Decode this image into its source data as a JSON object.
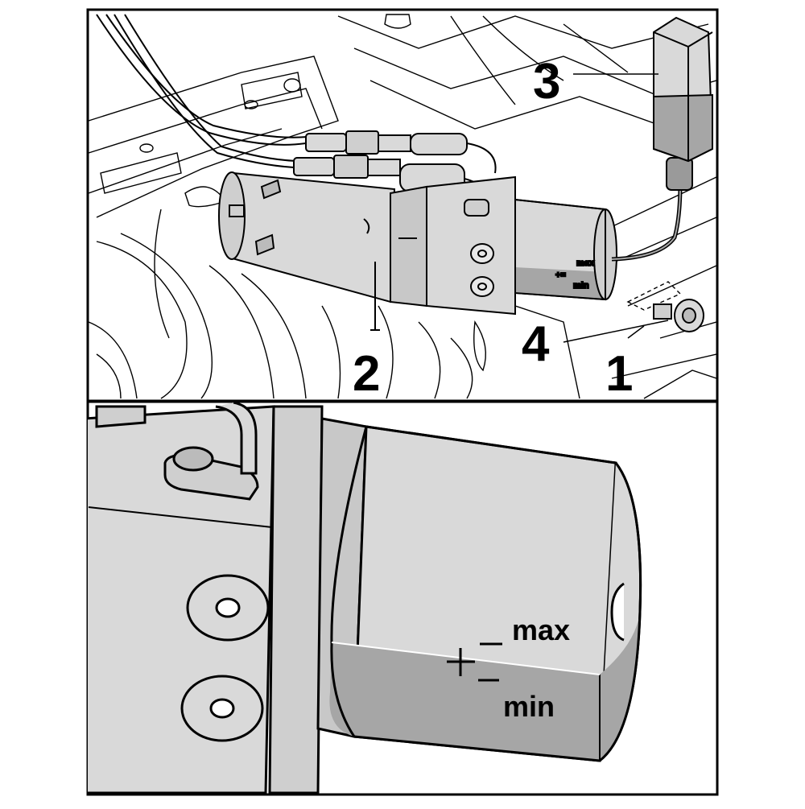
{
  "callouts": [
    {
      "id": "1",
      "label": "1"
    },
    {
      "id": "2",
      "label": "2"
    },
    {
      "id": "3",
      "label": "3"
    },
    {
      "id": "4",
      "label": "4"
    }
  ],
  "reservoir_scale": {
    "max_label": "max",
    "min_label": "min",
    "level_fraction": 0.42
  },
  "colors": {
    "outline": "#000000",
    "light_gray": "#d9d9d9",
    "mid_gray": "#cfcfcf",
    "dark_gray": "#a6a6a6",
    "background": "#ffffff"
  }
}
